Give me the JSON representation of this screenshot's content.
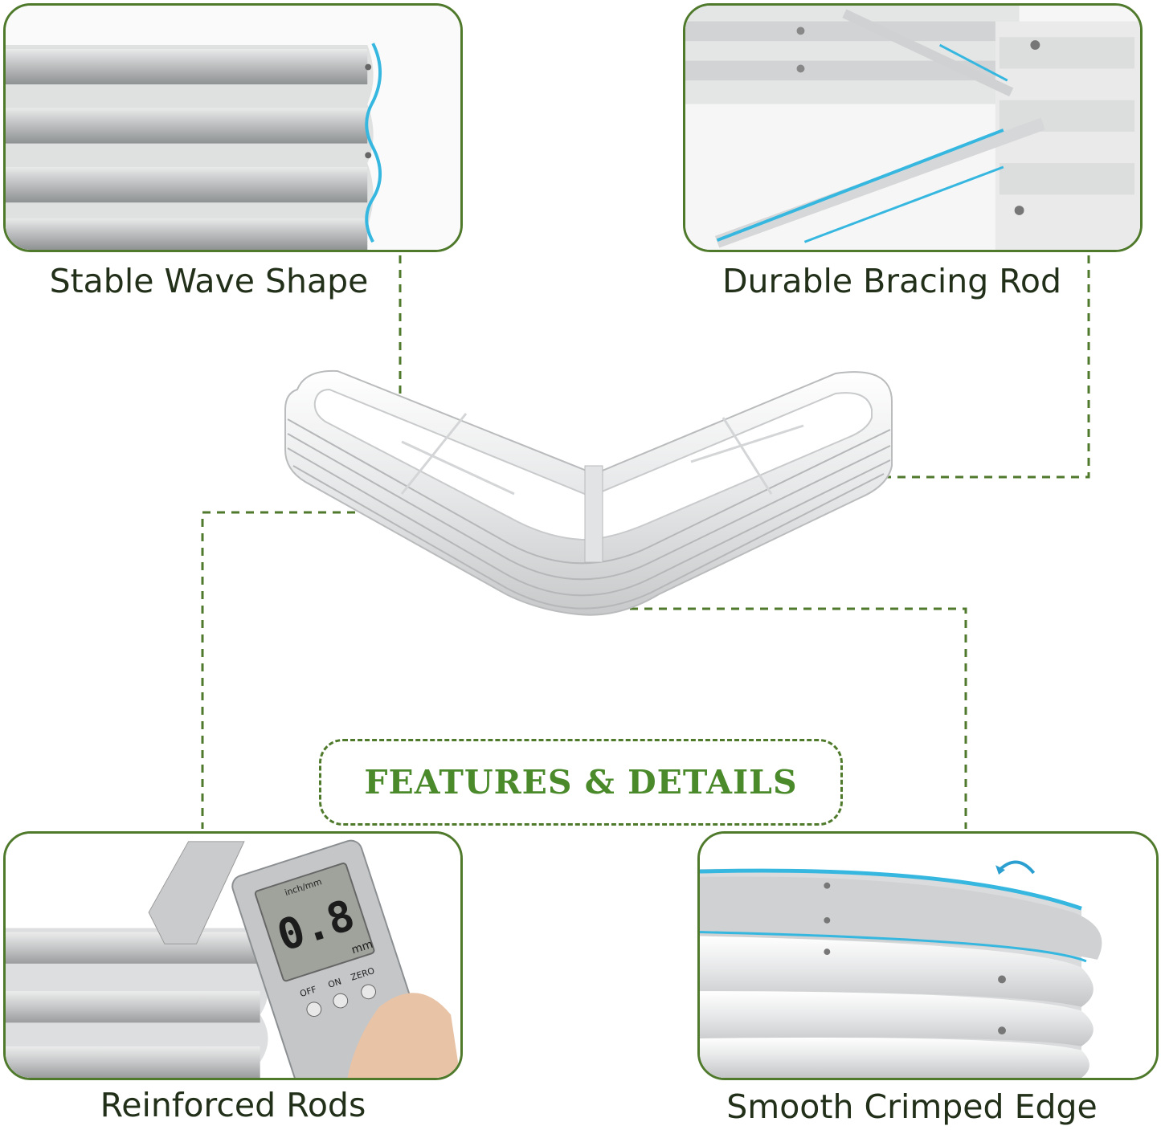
{
  "features": {
    "wave_shape": "Stable Wave Shape",
    "bracing_rod": "Durable Bracing Rod",
    "reinforced_rods": "Reinforced Rods",
    "crimped_edge": "Smooth Crimped Edge"
  },
  "badge": {
    "title": "FEATURES & DETAILS"
  },
  "caliper": {
    "reading": "0.8",
    "unit": "mm",
    "scale_label": "inch/mm",
    "off_label": "OFF",
    "on_label": "ON",
    "zero_label": "ZERO"
  },
  "colors": {
    "accent_green": "#4f7a2c",
    "title_green": "#4b8a2b",
    "highlight_blue": "#36b7e0"
  }
}
